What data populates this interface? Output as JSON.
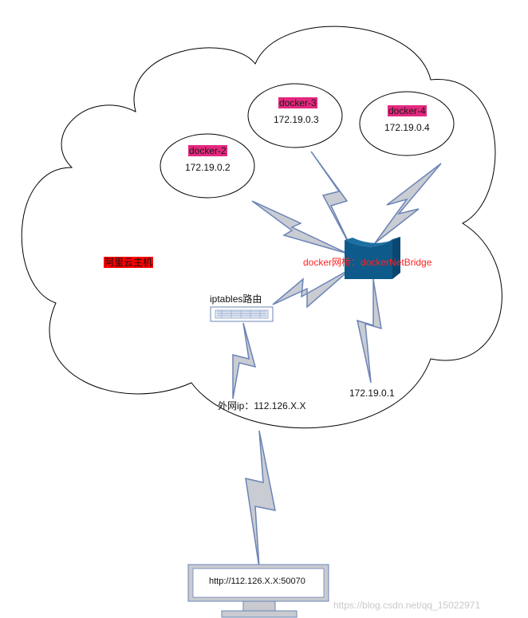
{
  "host": {
    "label": "阿里云主机"
  },
  "containers": [
    {
      "name": "docker-2",
      "ip": "172.19.0.2"
    },
    {
      "name": "docker-3",
      "ip": "172.19.0.3"
    },
    {
      "name": "docker-4",
      "ip": "172.19.0.4"
    }
  ],
  "bridge": {
    "label": "docker网桥：dockerNetBridge",
    "gateway_ip": "172.19.0.1"
  },
  "router": {
    "label": "iptables路由"
  },
  "external": {
    "label": "外网ip：112.126.X.X"
  },
  "client": {
    "url": "http://112.126.X.X:50070"
  },
  "watermark": "https://blog.csdn.net/qq_15022971",
  "colors": {
    "bolt_fill": "#c9ccd3",
    "bolt_stroke": "#6b84b6",
    "bridge_fill": "#0e5a8a",
    "container_label_bg": "#e4287e",
    "host_label_bg": "#ff0000",
    "bridge_label_text": "#ff2222"
  }
}
